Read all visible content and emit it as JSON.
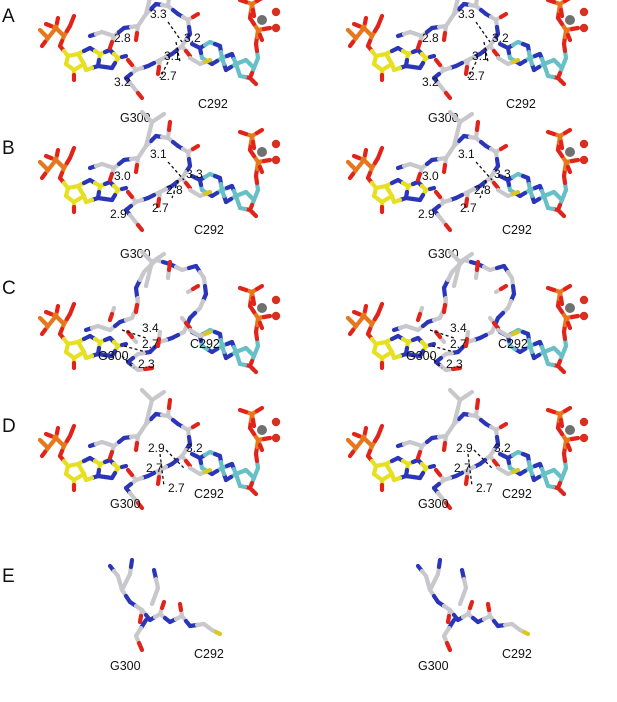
{
  "colors": {
    "backbone": "#c8c8cc",
    "nitrogen": "#2b35b8",
    "oxygen": "#e0241b",
    "phosphorus": "#e8761c",
    "carbon_ligand_yellow": "#e6e020",
    "carbon_ligand_cyan": "#66c0c6",
    "sulfur": "#d8c820",
    "metal": "#707070",
    "water": "#d83020",
    "hbond": "#111111"
  },
  "panels": [
    {
      "label": "A",
      "measurements": [
        "3.3",
        "2.8",
        "3.2",
        "3.1",
        "2.7",
        "3.2"
      ],
      "residues": [
        "G300",
        "C292"
      ]
    },
    {
      "label": "B",
      "measurements": [
        "3.1",
        "3.0",
        "3.3",
        "2.8",
        "2.7",
        "2.9"
      ],
      "residues": [
        "G300",
        "C292"
      ]
    },
    {
      "label": "C",
      "measurements": [
        "3.4",
        "2.7",
        "2.3"
      ],
      "residues": [
        "G300",
        "C292"
      ]
    },
    {
      "label": "D",
      "measurements": [
        "2.9",
        "3.2",
        "2.7",
        "2.7"
      ],
      "residues": [
        "G300",
        "C292"
      ]
    },
    {
      "label": "E",
      "measurements": [],
      "residues": [
        "G300",
        "C292"
      ]
    }
  ]
}
